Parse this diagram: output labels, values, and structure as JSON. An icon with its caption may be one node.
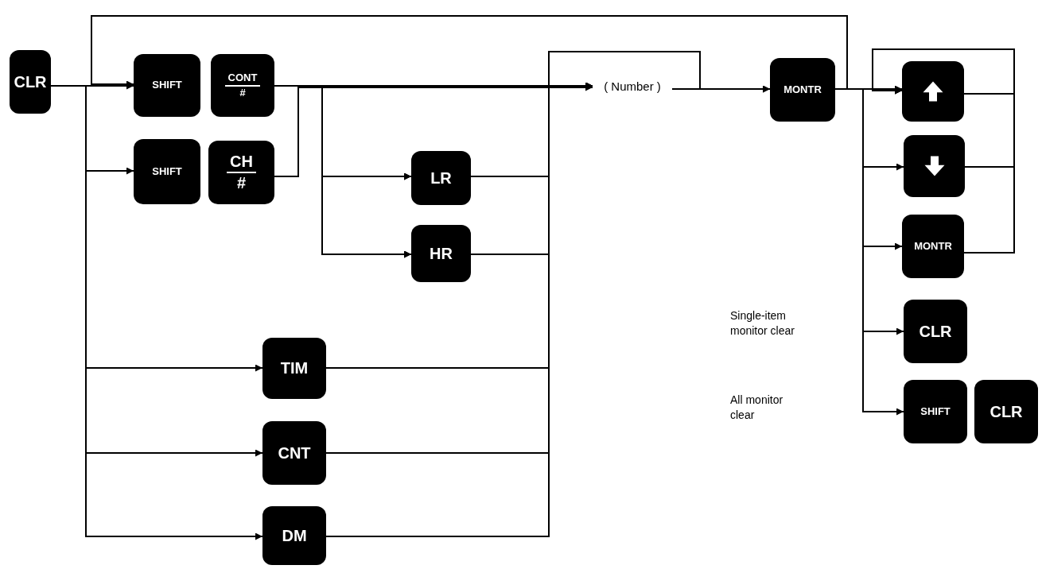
{
  "diagram": {
    "nodes": [
      {
        "text": [
          "CLR"
        ]
      },
      {
        "text": [
          "SHIFT"
        ]
      },
      {
        "text": [
          "CONT",
          "#"
        ]
      },
      {
        "text": [
          "SHIFT"
        ]
      },
      {
        "text": [
          "CH",
          "#"
        ]
      },
      {
        "text": [
          "LR"
        ]
      },
      {
        "text": [
          "HR"
        ]
      },
      {
        "text": [
          "TIM"
        ]
      },
      {
        "text": [
          "CNT"
        ]
      },
      {
        "text": [
          "DM"
        ]
      },
      {
        "text": [
          "( Number )"
        ]
      },
      {
        "text": [
          "MONTR"
        ]
      },
      {
        "text": [],
        "shape": "box"
      },
      {
        "text": [],
        "shape": "box"
      },
      {
        "text": [
          "MONTR"
        ]
      },
      {
        "text": [
          "CLR"
        ]
      },
      {
        "text": [
          "SHIFT"
        ]
      },
      {
        "text": [
          "CLR"
        ]
      }
    ],
    "edges": [
      {
        "from": 0,
        "to": 1,
        "arrow": "to"
      },
      {
        "from": 0,
        "to": 3,
        "arrow": "to"
      },
      {
        "from": 0,
        "to": 7,
        "arrow": "to"
      },
      {
        "from": 0,
        "to": 8,
        "arrow": "to"
      },
      {
        "from": 0,
        "to": 9,
        "arrow": "to"
      },
      {
        "from": 2,
        "to": 10,
        "arrow": "to"
      },
      {
        "from": 4,
        "to": 10,
        "arrow": "to"
      },
      {
        "from": 2,
        "to": 5,
        "arrow": "to"
      },
      {
        "from": 2,
        "to": 6,
        "arrow": "to"
      },
      {
        "from": 4,
        "to": 5,
        "arrow": "to"
      },
      {
        "from": 4,
        "to": 6,
        "arrow": "to"
      },
      {
        "from": 5,
        "to": 10,
        "arrow": "to"
      },
      {
        "from": 6,
        "to": 10,
        "arrow": "to"
      },
      {
        "from": 7,
        "to": 10,
        "arrow": "to"
      },
      {
        "from": 8,
        "to": 10,
        "arrow": "to"
      },
      {
        "from": 9,
        "to": 10,
        "arrow": "to"
      },
      {
        "from": 10,
        "to": 11,
        "arrow": "to"
      },
      {
        "from": 2,
        "to": 11,
        "arrow": "to"
      },
      {
        "from": 11,
        "to": 12,
        "arrow": "to"
      },
      {
        "from": 11,
        "to": 13,
        "arrow": "to"
      },
      {
        "from": 11,
        "to": 14,
        "arrow": "to"
      },
      {
        "from": 11,
        "to": 15,
        "arrow": "to"
      },
      {
        "from": 11,
        "to": 16,
        "arrow": "to"
      },
      {
        "from": 11,
        "to": 1,
        "arrow": "to"
      },
      {
        "from": 12,
        "to": 12,
        "arrow": "to"
      },
      {
        "from": 13,
        "to": 12,
        "arrow": "to"
      },
      {
        "from": 14,
        "to": 12,
        "arrow": "to"
      }
    ],
    "labels": [
      "Single-item monitor clear",
      "All monitor clear"
    ]
  }
}
